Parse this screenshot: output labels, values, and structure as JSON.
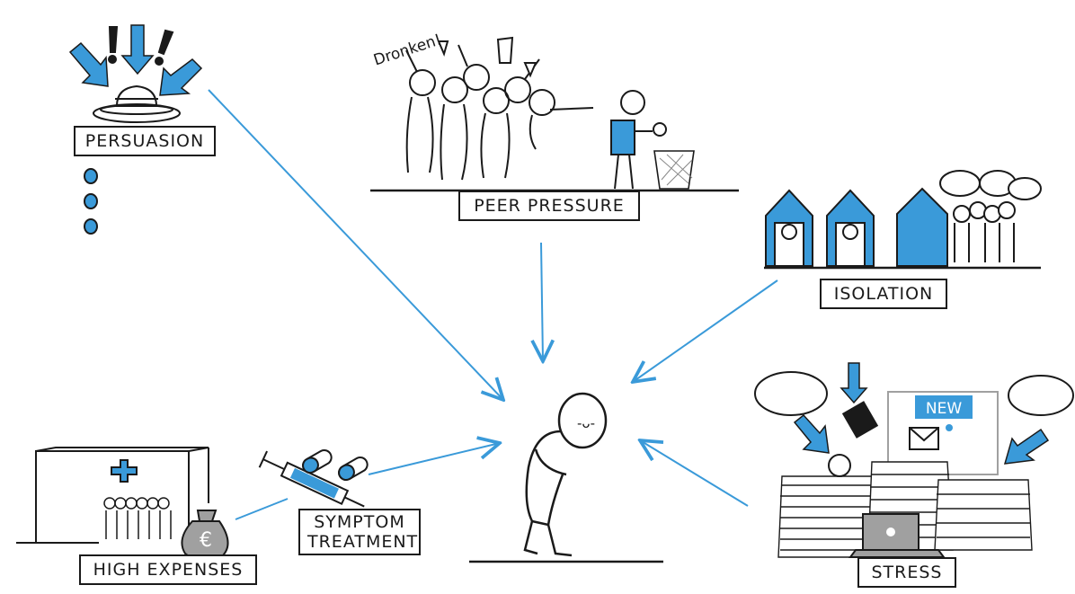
{
  "labels": {
    "persuasion": "PERSUASION",
    "peer_pressure": "PEER PRESSURE",
    "isolation": "ISOLATION",
    "stress": "STRESS",
    "high_expenses": "HIGH EXPENSES",
    "symptom_line1": "SYMPTOM",
    "symptom_line2": "TREATMENT"
  },
  "speech": {
    "dronken": "Dronken!",
    "new_badge": "NEW"
  },
  "glyphs": {
    "euro": "€",
    "face": "-ᴗ-",
    "exclaim": "!"
  },
  "colors": {
    "accent": "#3a9ad9",
    "ink": "#1a1a1a",
    "grey": "#a0a0a0"
  }
}
